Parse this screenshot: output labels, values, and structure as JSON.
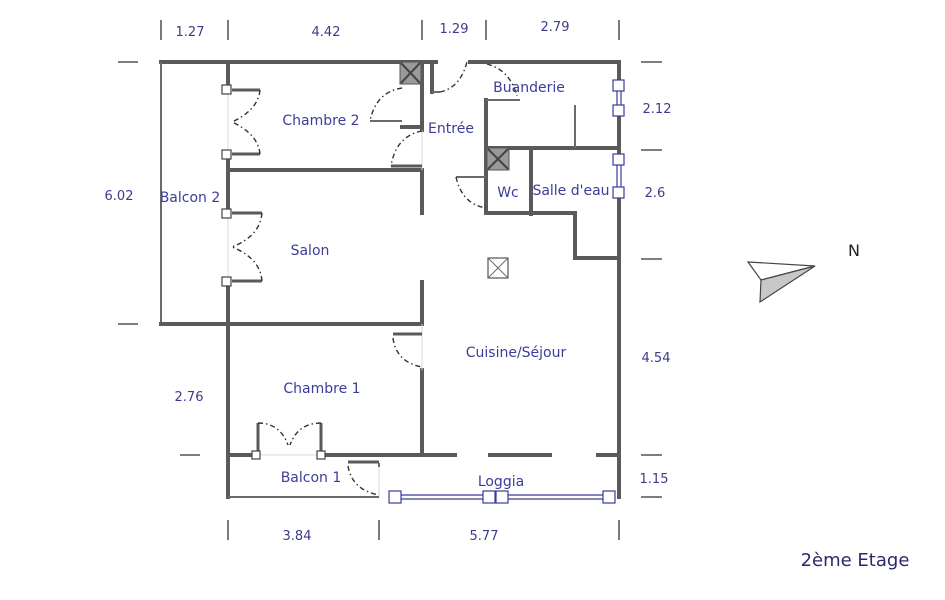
{
  "plan": {
    "floor_label": "2ème Etage",
    "north_label": "N",
    "rooms": {
      "chambre2": "Chambre 2",
      "entree": "Entrée",
      "buanderie": "Buanderie",
      "wc": "Wc",
      "salle_deau": "Salle d'eau",
      "balcon2": "Balcon 2",
      "salon": "Salon",
      "cuisine_sejour": "Cuisine/Séjour",
      "chambre1": "Chambre 1",
      "balcon1": "Balcon 1",
      "loggia": "Loggia"
    },
    "dimensions": {
      "top": [
        "1.27",
        "4.42",
        "1.29",
        "2.79"
      ],
      "left": [
        "6.02",
        "2.76"
      ],
      "right": [
        "2.12",
        "2.6",
        "4.54",
        "1.15"
      ],
      "bottom": [
        "3.84",
        "5.77"
      ]
    },
    "colors": {
      "wall": "#5a5a5a",
      "window": "#3a3a9a",
      "label": "#3c3c9c"
    }
  }
}
